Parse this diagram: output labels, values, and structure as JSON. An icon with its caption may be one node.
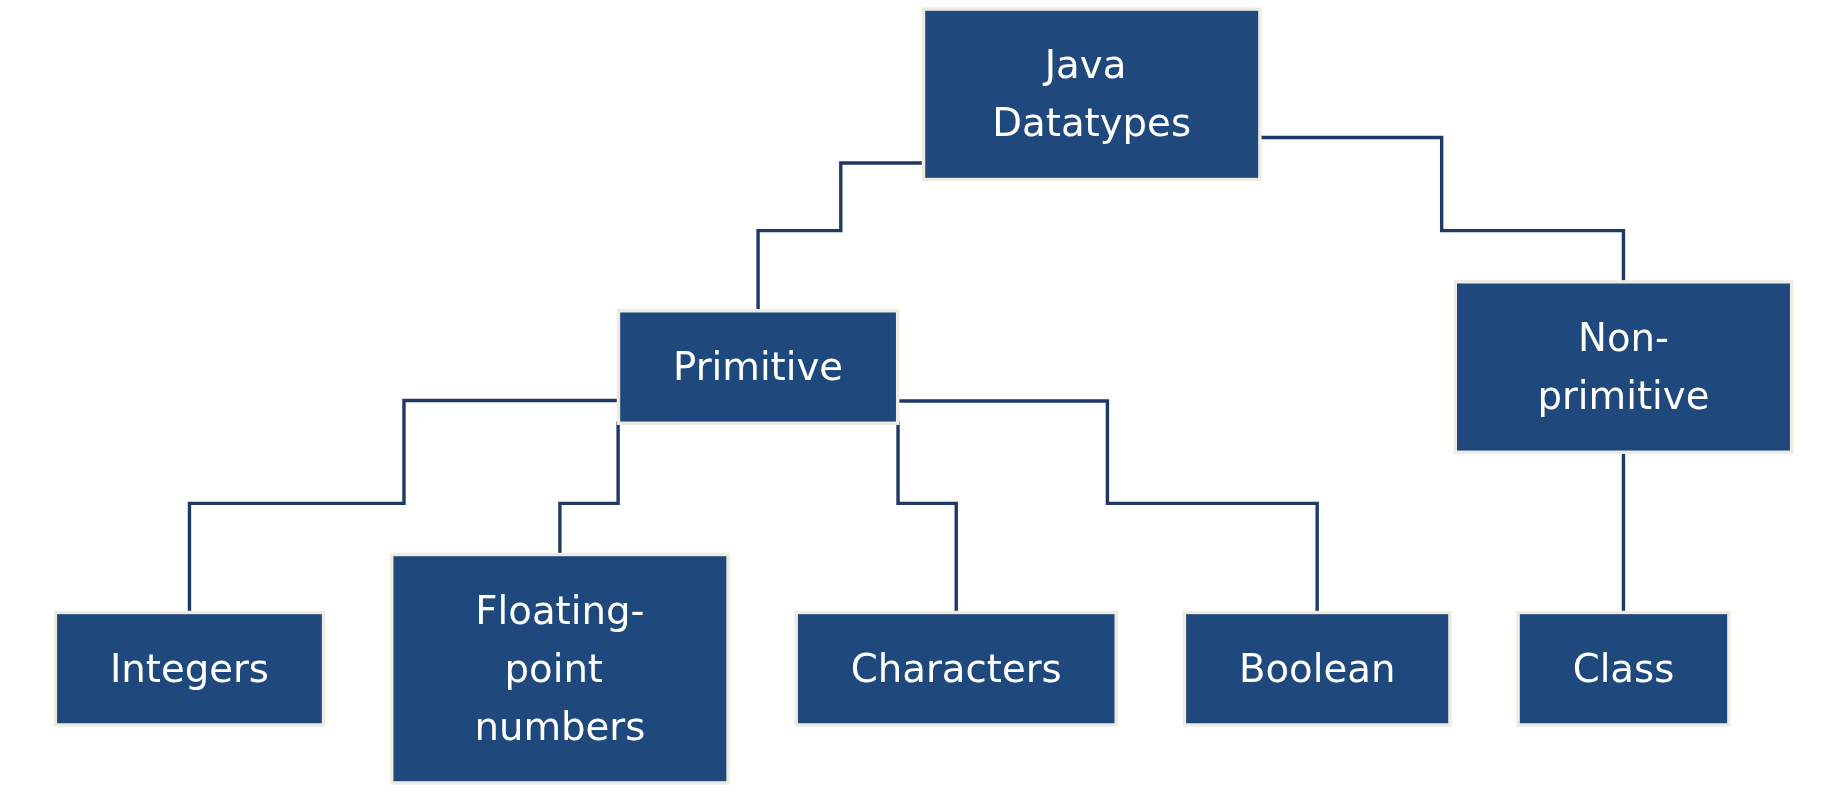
{
  "diagram": {
    "nodes": [
      {
        "text": [
          "Java Datatypes"
        ]
      },
      {
        "text": [
          "Primitive"
        ]
      },
      {
        "text": [
          "Non-primitive"
        ]
      },
      {
        "text": [
          "Integers"
        ]
      },
      {
        "text": [
          "Floating-point numbers"
        ]
      },
      {
        "text": [
          "Characters"
        ]
      },
      {
        "text": [
          "Boolean"
        ]
      },
      {
        "text": [
          "Class"
        ]
      }
    ],
    "edges": [
      {
        "from": 0,
        "to": 1,
        "arrow": "none"
      },
      {
        "from": 0,
        "to": 2,
        "arrow": "none"
      },
      {
        "from": 1,
        "to": 3,
        "arrow": "none"
      },
      {
        "from": 1,
        "to": 4,
        "arrow": "none"
      },
      {
        "from": 1,
        "to": 5,
        "arrow": "none"
      },
      {
        "from": 1,
        "to": 6,
        "arrow": "none"
      },
      {
        "from": 2,
        "to": 7,
        "arrow": "none"
      }
    ]
  }
}
